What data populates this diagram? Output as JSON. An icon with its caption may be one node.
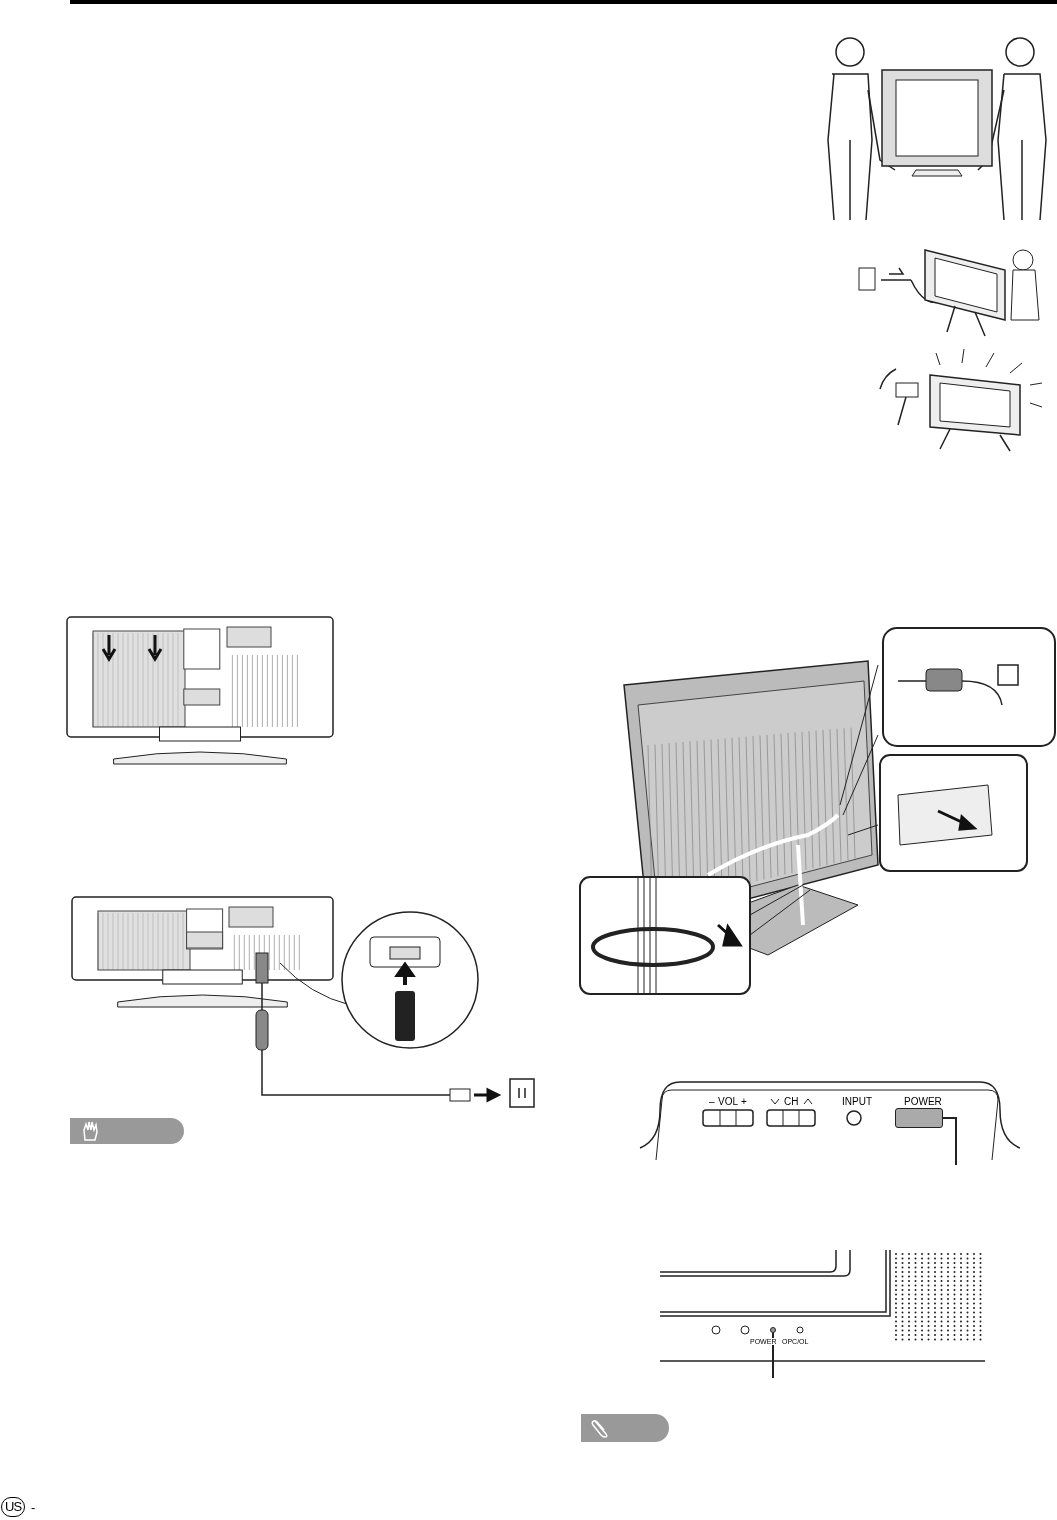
{
  "diagram": {
    "nodes": [
      {
        "text": [],
        "shape": "box",
        "beside": [
          "POWER"
        ]
      },
      {
        "text": [],
        "shape": "circle",
        "beside": [
          "POWER"
        ]
      }
    ],
    "edges": [
      {
        "from": 0,
        "to": null,
        "arrow": "none"
      },
      {
        "from": 1,
        "to": null,
        "arrow": "none"
      }
    ],
    "labels": [
      "–",
      "VOL",
      "+",
      "CH",
      "INPUT",
      "OPC/OL",
      "US",
      "-"
    ]
  }
}
